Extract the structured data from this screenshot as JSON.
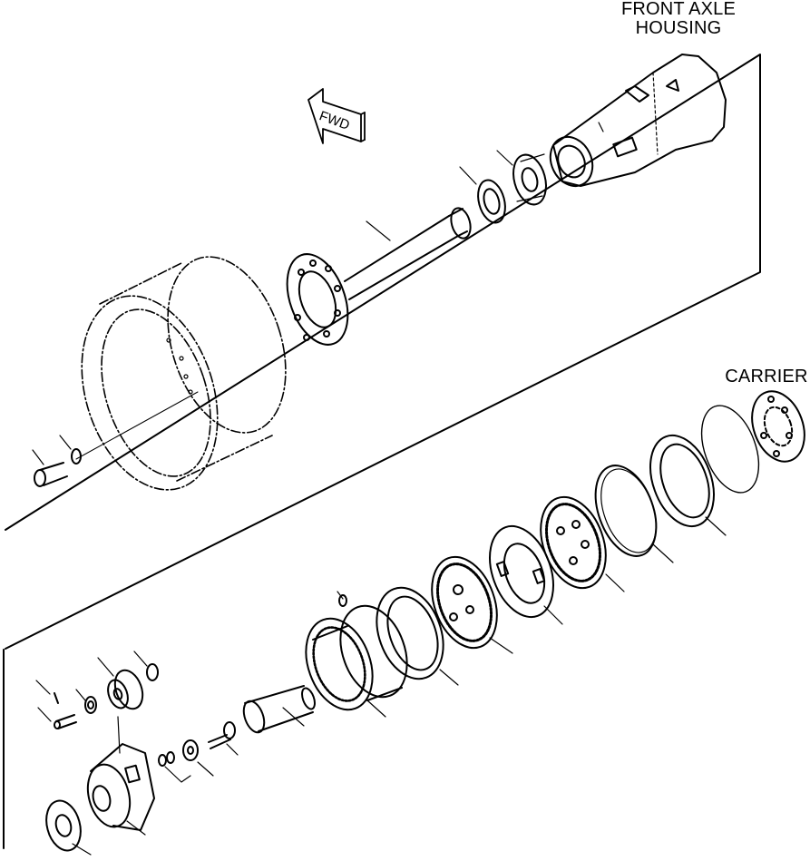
{
  "labels": {
    "front_axle_housing": "FRONT AXLE\nHOUSING",
    "carrier": "CARRIER",
    "fwd": "FWD"
  },
  "colors": {
    "line": "#000000",
    "background": "#ffffff"
  }
}
